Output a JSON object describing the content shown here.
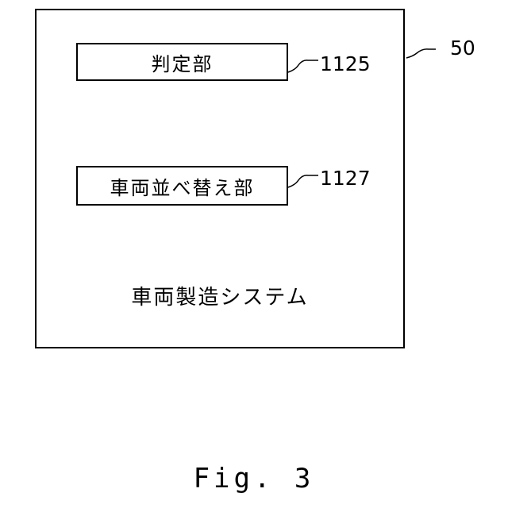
{
  "system": {
    "label": "車両製造システム",
    "ref": "50"
  },
  "blocks": [
    {
      "label": "判定部",
      "ref": "1125"
    },
    {
      "label": "車両並べ替え部",
      "ref": "1127"
    }
  ],
  "caption": "Fig. 3"
}
